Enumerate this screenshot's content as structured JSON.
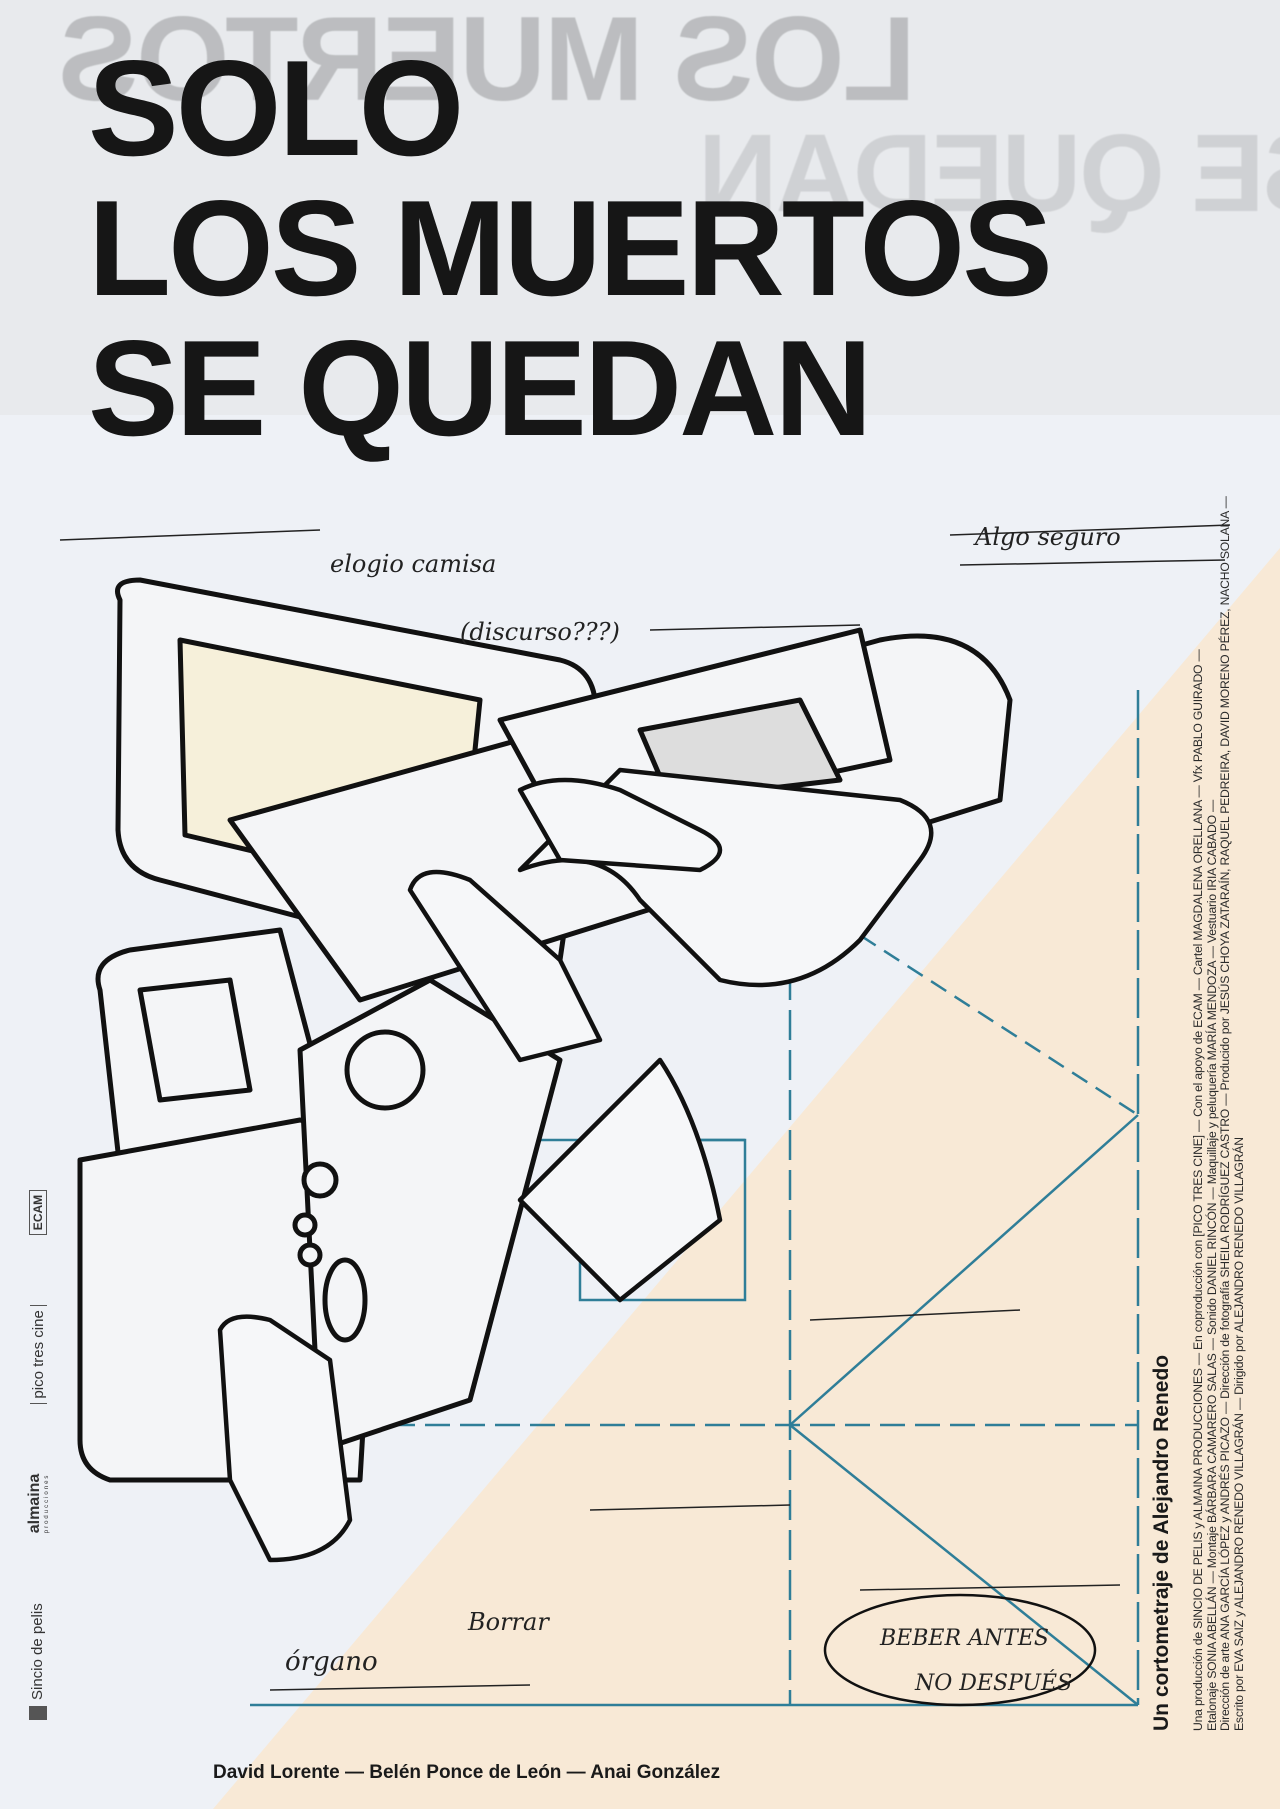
{
  "poster": {
    "title_lines": [
      "SOLO",
      "LOS MUERTOS",
      "SE QUEDAN"
    ],
    "director_line": "Un cortometraje de Alejandro Renedo",
    "credits": [
      "Una producción de SINCIO DE PELIS y ALMAINA PRODUCCIONES — En coproducción con [PICO TRES CINE] — Con el apoyo de ECAM — Cartel MAGDALENA ORELLANA — Vfx PABLO GUIRADO —",
      "Etalonaje SONIA ABELLÁN — Montaje BÁRBARA CAMARERO SALAS — Sonido DANIEL RINCÓN — Maquillaje y peluquería MARÍA MENDOZA — Vestuario IRIA CABADO —",
      "Dirección de arte ANA GARCÍA LÓPEZ y ANDRÉS PICAZO — Dirección de fotografía SHEILA RODRÍGUEZ CASTRO — Producido por JESÚS CHOYA ZATARAÍN, RAQUEL PEDREIRA, DAVID MORENO PÉREZ, NACHO SOLANA —",
      "Escrito por EVA SAIZ y ALEJANDRO RENEDO VILLAGRÁN — Dirigido por ALEJANDRO RENEDO VILLAGRÁN"
    ],
    "cast": "David Lorente — Belén Ponce de León — Anai González",
    "handwriting": [
      "elogio camisa",
      "(discurso???)",
      "Algo seguro",
      "Borrar",
      "órgano",
      "BEBER ANTES NO DESPUÉS"
    ],
    "logos": [
      {
        "name": "Sincio de pelis"
      },
      {
        "name": "almaina",
        "sub": "producciones"
      },
      {
        "name": "pico tres cine"
      },
      {
        "name": "ECAM"
      }
    ],
    "colors": {
      "beige": "#f8e9d6",
      "paper": "#eef1f6",
      "blue_lines": "#2f7e98",
      "ink": "#161616"
    }
  }
}
